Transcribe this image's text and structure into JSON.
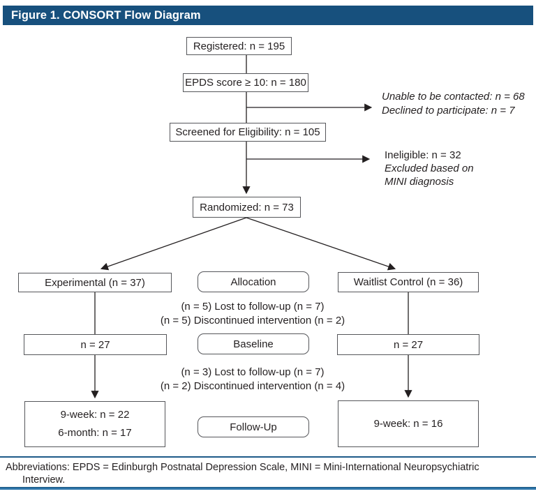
{
  "header": {
    "title": "Figure 1. CONSORT Flow Diagram"
  },
  "flow": {
    "registered": "Registered: n = 195",
    "epds": "EPDS score ≥ 10: n = 180",
    "not_contacted": {
      "line1": "Unable to be contacted: n = 68",
      "line2": "Declined to participate: n = 7"
    },
    "screened": "Screened for Eligibility: n = 105",
    "ineligible": {
      "line1": "Ineligible: n = 32",
      "line2": "Excluded based on",
      "line3": "MINI diagnosis"
    },
    "randomized": "Randomized: n = 73",
    "experimental": "Experimental (n = 37)",
    "allocation_label": "Allocation",
    "waitlist": "Waitlist Control (n = 36)",
    "attrition_allocation": {
      "line1": "(n = 5) Lost to follow-up (n = 7)",
      "line2": "(n = 5) Discontinued intervention (n = 2)"
    },
    "baseline_left": "n = 27",
    "baseline_label": "Baseline",
    "baseline_right": "n = 27",
    "attrition_baseline": {
      "line1": "(n = 3) Lost to follow-up (n = 7)",
      "line2": "(n = 2) Discontinued intervention (n = 4)"
    },
    "followup_left": {
      "line1": "9-week: n = 22",
      "line2": "6-month: n = 17"
    },
    "followup_label": "Follow-Up",
    "followup_right": "9-week: n = 16"
  },
  "footer": {
    "line1": "Abbreviations: EPDS = Edinburgh Postnatal Depression Scale, MINI = Mini-International Neuropsychiatric",
    "line2": "Interview."
  },
  "colors": {
    "header_bg": "#17507D",
    "rule_blue": "#2E75A9",
    "box_border": "#55565A",
    "text": "#231F20"
  }
}
